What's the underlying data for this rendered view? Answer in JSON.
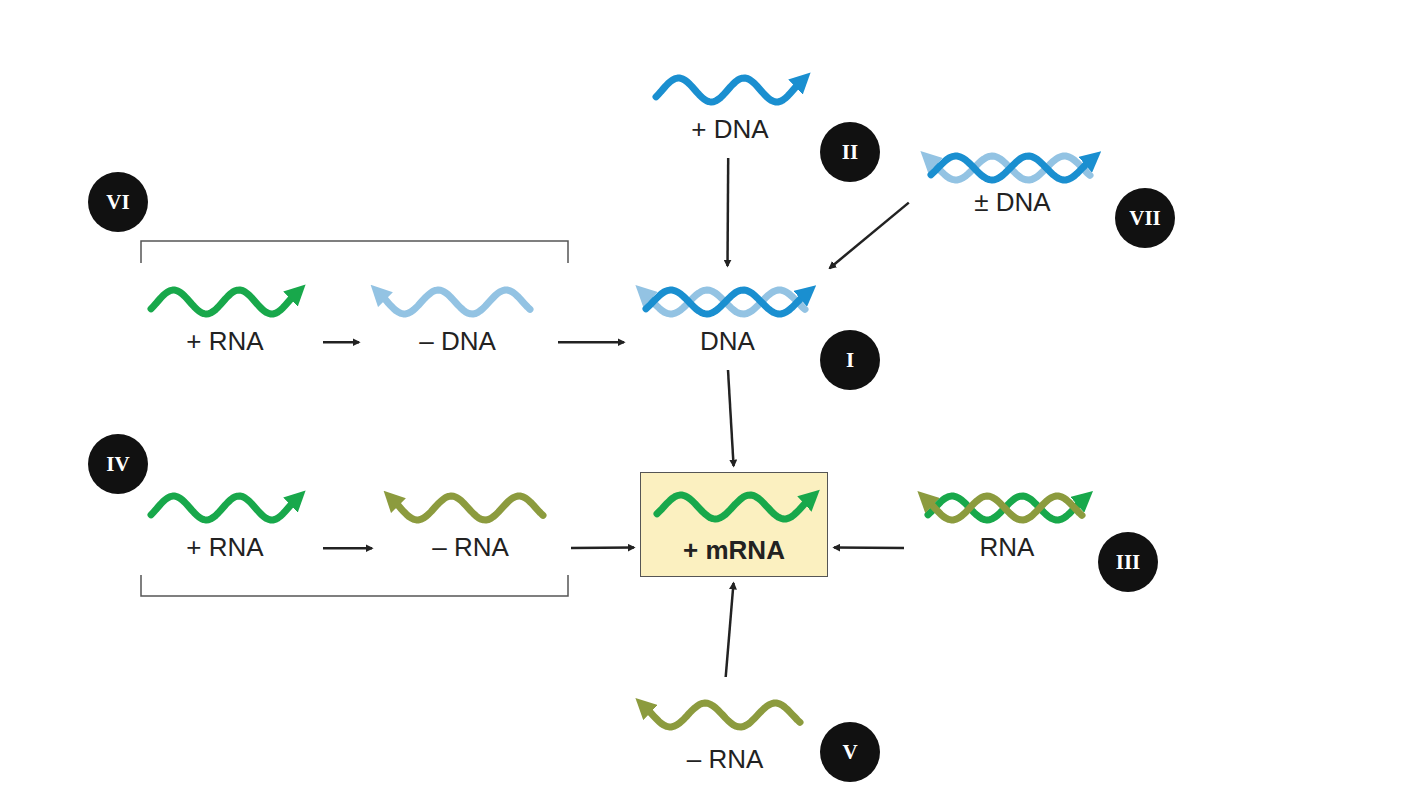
{
  "diagram": {
    "nodes": [
      {
        "text": [
          "+ DNA"
        ]
      },
      {
        "text": [
          "± DNA"
        ]
      },
      {
        "text": [
          "+ RNA"
        ]
      },
      {
        "text": [
          "– DNA"
        ]
      },
      {
        "text": [
          "DNA"
        ]
      },
      {
        "text": [
          "+ RNA"
        ]
      },
      {
        "text": [
          "– RNA"
        ]
      },
      {
        "text": [
          "+ mRNA"
        ]
      },
      {
        "text": [
          "RNA"
        ]
      },
      {
        "text": [
          "– RNA"
        ]
      }
    ],
    "edges": [
      {
        "from": 0,
        "to": 4,
        "arrow": "to"
      },
      {
        "from": 1,
        "to": 4,
        "arrow": "to"
      },
      {
        "from": 2,
        "to": 3,
        "arrow": "to"
      },
      {
        "from": 3,
        "to": 4,
        "arrow": "to"
      },
      {
        "from": 4,
        "to": 7,
        "arrow": "to"
      },
      {
        "from": 5,
        "to": 6,
        "arrow": "to"
      },
      {
        "from": 6,
        "to": 7,
        "arrow": "to"
      },
      {
        "from": 8,
        "to": 7,
        "arrow": "to"
      },
      {
        "from": 9,
        "to": 7,
        "arrow": "to"
      }
    ],
    "labels": [
      "II",
      "VI",
      "VII",
      "I",
      "IV",
      "III",
      "V"
    ]
  }
}
